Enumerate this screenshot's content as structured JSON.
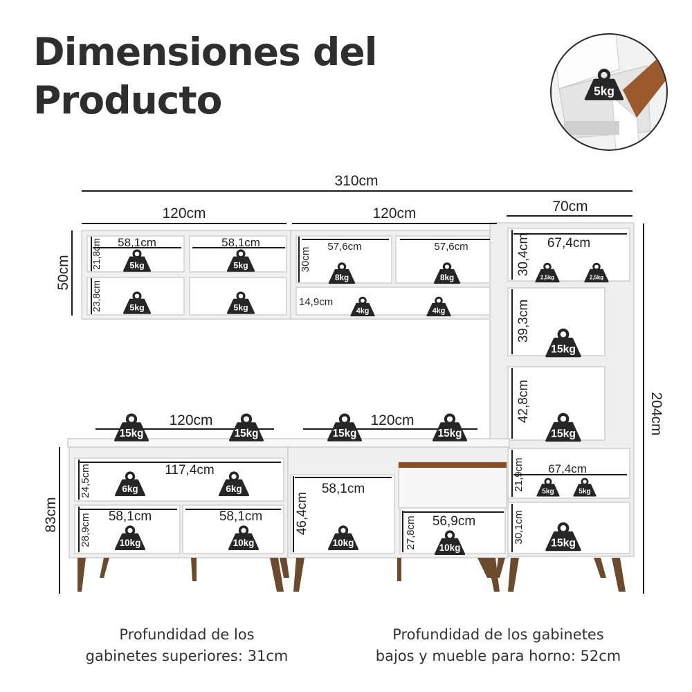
{
  "title": {
    "line1": "Dimensiones del",
    "line2": "Producto"
  },
  "inset": {
    "weight": "5kg"
  },
  "dimensions": {
    "total_width": "310cm",
    "upper_left_width": "120cm",
    "upper_mid_width": "120cm",
    "tower_width": "70cm",
    "upper_height": "50cm",
    "total_height": "204cm",
    "lower_height": "83cm",
    "counter_left_width": "120cm",
    "counter_right_width": "120cm"
  },
  "upper_left": {
    "top_left_width": "58,1cm",
    "top_right_width": "58,1cm",
    "top_height": "21,8cm",
    "bottom_height": "23,8cm",
    "w1": "5kg",
    "w2": "5kg",
    "w3": "5kg",
    "w4": "5kg"
  },
  "upper_mid": {
    "left_width": "57,6cm",
    "right_width": "57,6cm",
    "top_height": "30cm",
    "bottom_height": "14,9cm",
    "w1": "8kg",
    "w2": "8kg",
    "w3": "4kg",
    "w4": "4kg"
  },
  "tower": {
    "top_width": "67,4cm",
    "top_height": "30,4cm",
    "w1": "2,5kg",
    "w2": "2,5kg",
    "mid_height": "39,3cm",
    "w3": "15kg",
    "oven_height": "42,8cm",
    "w4": "15kg",
    "low_width": "67,4cm",
    "low_height": "21,9cm",
    "w5": "5kg",
    "w6": "5kg",
    "bottom_height": "30,1cm",
    "w7": "15kg"
  },
  "counter": {
    "w1": "15kg",
    "w2": "15kg",
    "w3": "15kg",
    "w4": "15kg"
  },
  "lower_left": {
    "top_width": "117,4cm",
    "top_height": "24,5cm",
    "w1": "6kg",
    "w2": "6kg",
    "bl_width": "58,1cm",
    "br_width": "58,1cm",
    "bottom_height": "28,9cm",
    "w3": "10kg",
    "w4": "10kg"
  },
  "lower_mid": {
    "left_width": "58,1cm",
    "left_height": "46,4cm",
    "w1": "10kg",
    "right_width": "56,9cm",
    "right_height": "27,8cm",
    "w2": "10kg"
  },
  "notes": {
    "upper_l1": "Profundidad de los",
    "upper_l2": "gabinetes superiores: 31cm",
    "lower_l1": "Profundidad de los gabinetes",
    "lower_l2": "bajos y mueble para horno: 52cm"
  }
}
